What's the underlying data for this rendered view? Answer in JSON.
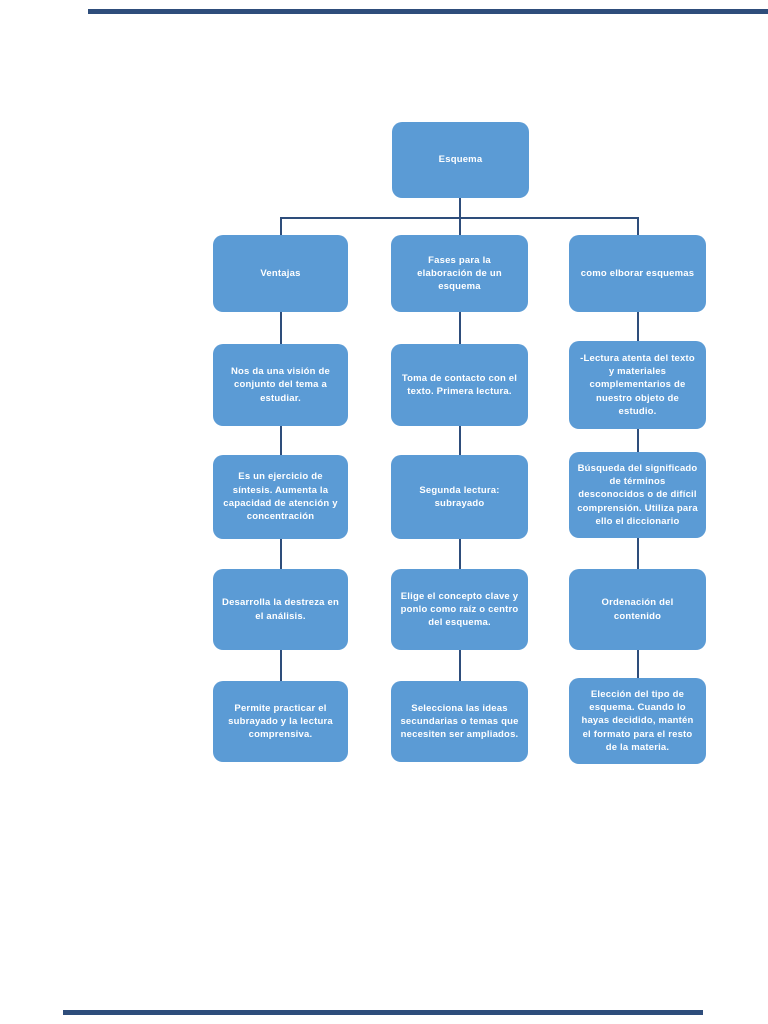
{
  "diagram": {
    "title": "Esquema flowchart",
    "root": {
      "label": "Esquema"
    },
    "columns": [
      {
        "header": "Ventajas",
        "items": [
          "Nos da una visión de conjunto del tema a estudiar.",
          "Es un ejercicio de síntesis. Aumenta la capacidad de atención y concentración",
          "Desarrolla la destreza en el análisis.",
          "Permite practicar el subrayado y la lectura comprensiva."
        ]
      },
      {
        "header": "Fases para la elaboración de un esquema",
        "items": [
          "Toma de contacto con el texto. Primera lectura.",
          "Segunda lectura: subrayado",
          "Elige el concepto clave y ponlo como raíz o centro del esquema.",
          "Selecciona las ideas secundarias o temas que necesiten ser ampliados."
        ]
      },
      {
        "header": "como elborar esquemas",
        "items": [
          "-Lectura atenta del texto y materiales complementarios de nuestro objeto de estudio.",
          "Búsqueda del significado de términos desconocidos o de difícil comprensión. Utiliza para ello el diccionario",
          "Ordenación del contenido",
          "Elección del tipo de esquema. Cuando lo hayas decidido, mantén el formato para el resto de la materia."
        ]
      }
    ],
    "colors": {
      "box_fill": "#5b9bd5",
      "box_text": "#ffffff",
      "connector": "#2e4d7b",
      "page_bg": "#ffffff"
    }
  }
}
